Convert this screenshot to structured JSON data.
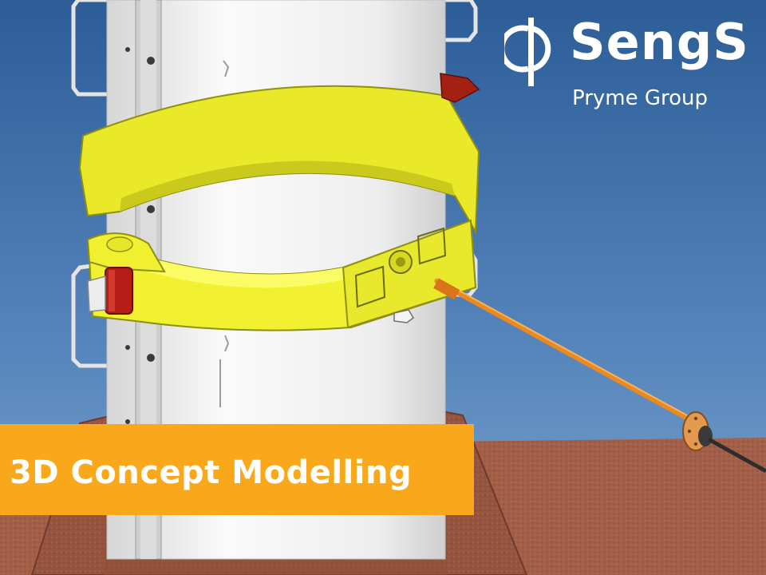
{
  "logo": {
    "wordmark": "SengS",
    "subtitle": "Pryme Group"
  },
  "banner": {
    "label": "3D Concept Modelling"
  },
  "colors": {
    "sky": "#3d6ea6",
    "ground": "#a0604a",
    "clamp": "#eeee30",
    "rod": "#f0901e",
    "banner": "#f8a81a",
    "pile": "#f2f2f2"
  }
}
